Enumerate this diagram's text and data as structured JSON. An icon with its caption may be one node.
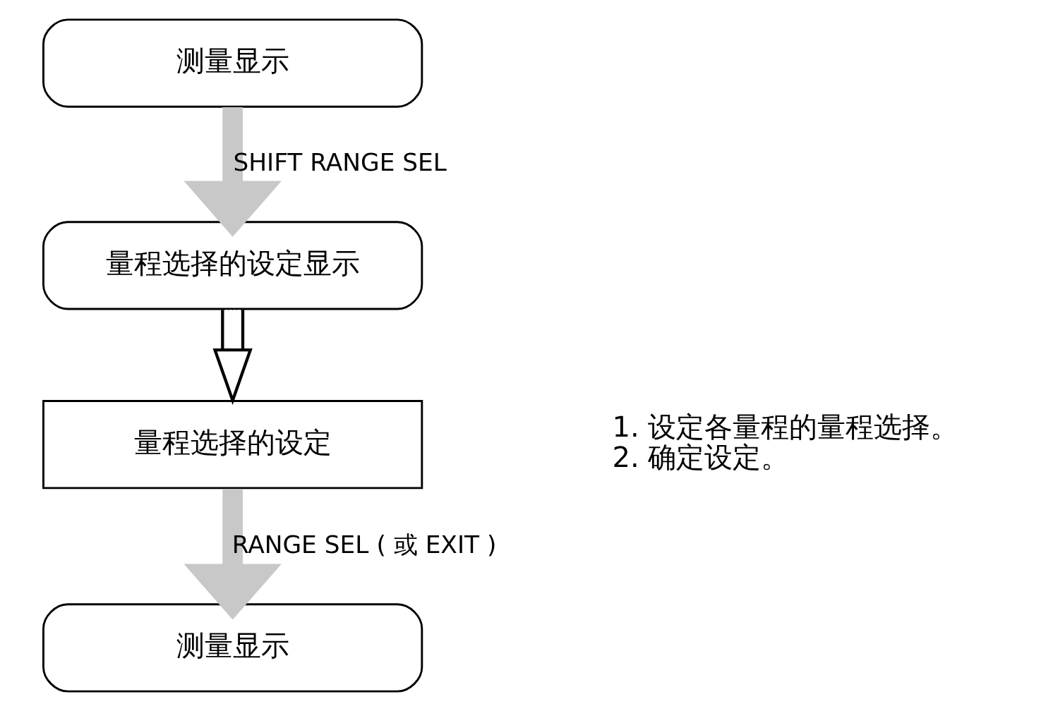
{
  "diagram": {
    "nodes": [
      {
        "text": [
          "测量显示"
        ]
      },
      {
        "text": [
          "量程选择的设定显示"
        ]
      },
      {
        "text": [
          "量程选择的设定"
        ],
        "beside": [
          "1. 设定各量程的量程选择。",
          "2. 确定设定。"
        ]
      },
      {
        "text": [
          "测量显示"
        ]
      }
    ],
    "edges": [
      {
        "from": 0,
        "to": 1,
        "arrow": "to",
        "label": "SHIFT RANGE SEL",
        "color": "#c8c8c8"
      },
      {
        "from": 1,
        "to": 2,
        "arrow": "to",
        "color": "#000000"
      },
      {
        "from": 2,
        "to": 3,
        "arrow": "to",
        "label": "RANGE SEL ( 或 EXIT )",
        "color": "#c8c8c8"
      }
    ]
  }
}
